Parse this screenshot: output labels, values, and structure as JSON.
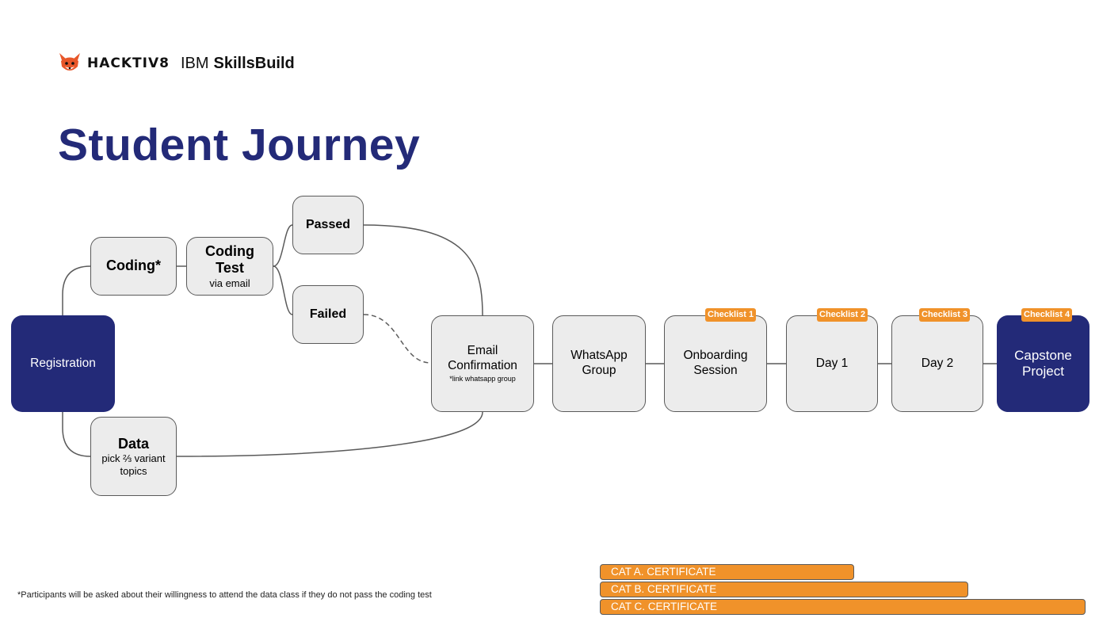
{
  "brand": {
    "name": "HACKTIV8",
    "partner_prefix": "IBM",
    "partner_name": "SkillsBuild"
  },
  "title": "Student Journey",
  "nodes": {
    "registration": "Registration",
    "coding": "Coding*",
    "coding_test": {
      "title": "Coding Test",
      "subtitle": "via email"
    },
    "passed": "Passed",
    "failed": "Failed",
    "data": {
      "title": "Data",
      "subtitle": "pick ⅔ variant topics"
    },
    "email": {
      "title": "Email Confirmation",
      "note": "*link whatsapp group"
    },
    "whatsapp": "WhatsApp Group",
    "onboarding": "Onboarding Session",
    "day1": "Day 1",
    "day2": "Day 2",
    "capstone": "Capstone Project"
  },
  "checklists": [
    "Checklist 1",
    "Checklist 2",
    "Checklist 3",
    "Checklist 4"
  ],
  "certificates": [
    "CAT A. CERTIFICATE",
    "CAT B. CERTIFICATE",
    "CAT C. CERTIFICATE"
  ],
  "colors": {
    "primary": "#232a78",
    "accent": "#f0922a",
    "node_fill": "#ececec",
    "stroke": "#5a5a5a"
  },
  "footnote": "*Participants will be asked about their willingness to attend the data class if they do not pass the coding test"
}
